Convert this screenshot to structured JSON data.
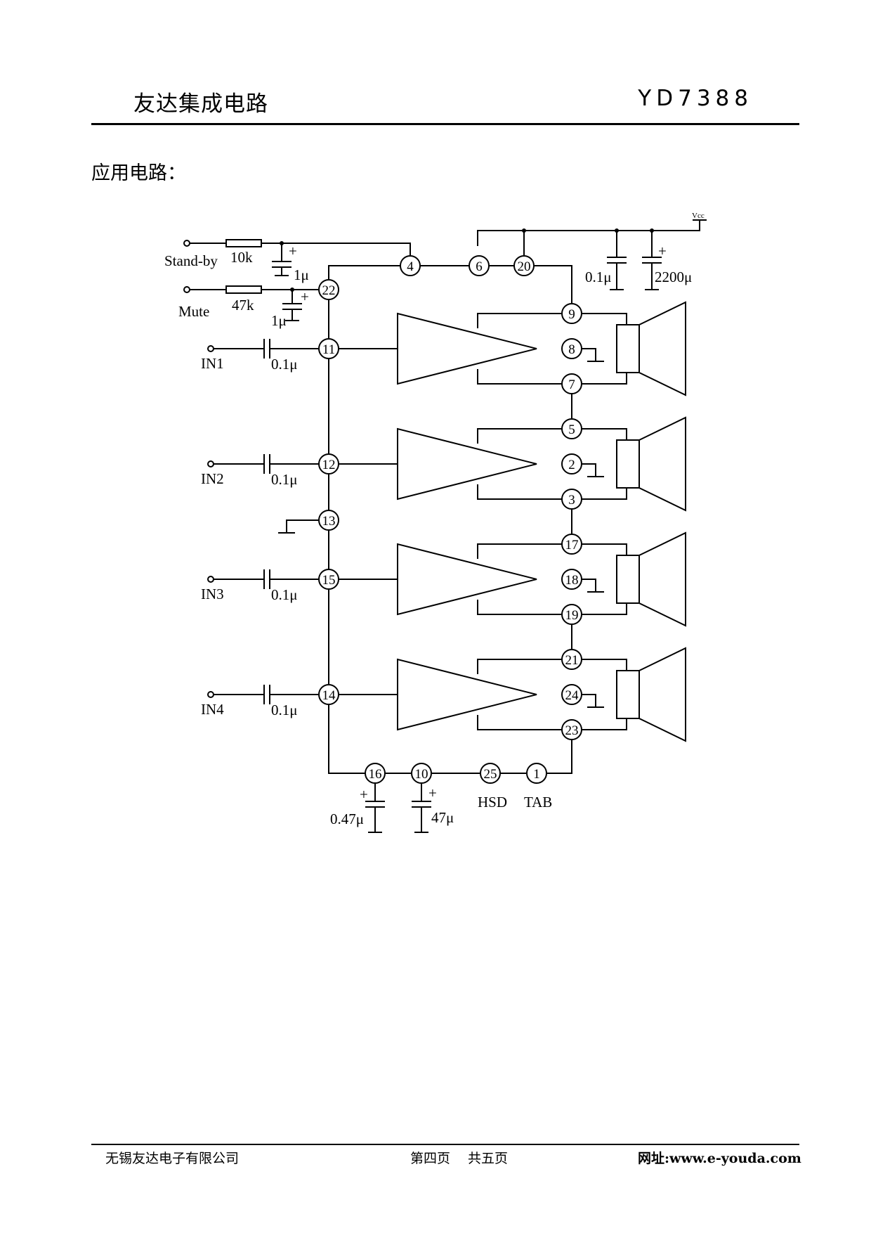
{
  "header": {
    "company": "友达集成电路",
    "part_number": "YD7388"
  },
  "section_title": "应用电路：",
  "diagram": {
    "supply_label": "Vcc",
    "control_inputs": [
      {
        "label": "Stand-by",
        "resistor": "10k",
        "capacitor": "1μ",
        "cap_polarity": "+"
      },
      {
        "label": "Mute",
        "resistor": "47k",
        "capacitor": "1μ",
        "cap_polarity": "+"
      }
    ],
    "supply_caps": [
      {
        "value": "0.1μ"
      },
      {
        "value": "2200μ",
        "polarity": "+"
      }
    ],
    "inputs": [
      {
        "label": "IN1",
        "capacitor": "0.1μ",
        "pin": "11"
      },
      {
        "label": "IN2",
        "capacitor": "0.1μ",
        "pin": "12"
      },
      {
        "label": "IN3",
        "capacitor": "0.1μ",
        "pin": "15"
      },
      {
        "label": "IN4",
        "capacitor": "0.1μ",
        "pin": "14"
      }
    ],
    "channels": [
      {
        "pins": [
          "9",
          "8",
          "7"
        ]
      },
      {
        "pins": [
          "5",
          "2",
          "3"
        ]
      },
      {
        "pins": [
          "17",
          "18",
          "19"
        ]
      },
      {
        "pins": [
          "21",
          "24",
          "23"
        ]
      }
    ],
    "top_pins": [
      "4",
      "6",
      "20"
    ],
    "stby_pin": "22",
    "gnd_pin": "13",
    "bottom": {
      "pins": [
        "16",
        "10",
        "25",
        "1"
      ],
      "caps": [
        {
          "value": "0.47μ",
          "polarity": "+"
        },
        {
          "value": "47μ",
          "polarity": "+"
        }
      ],
      "labels": [
        "HSD",
        "TAB"
      ]
    }
  },
  "footer": {
    "company": "无锡友达电子有限公司",
    "page": "第四页　 共五页",
    "website": "网址:www.e-youda.com"
  }
}
